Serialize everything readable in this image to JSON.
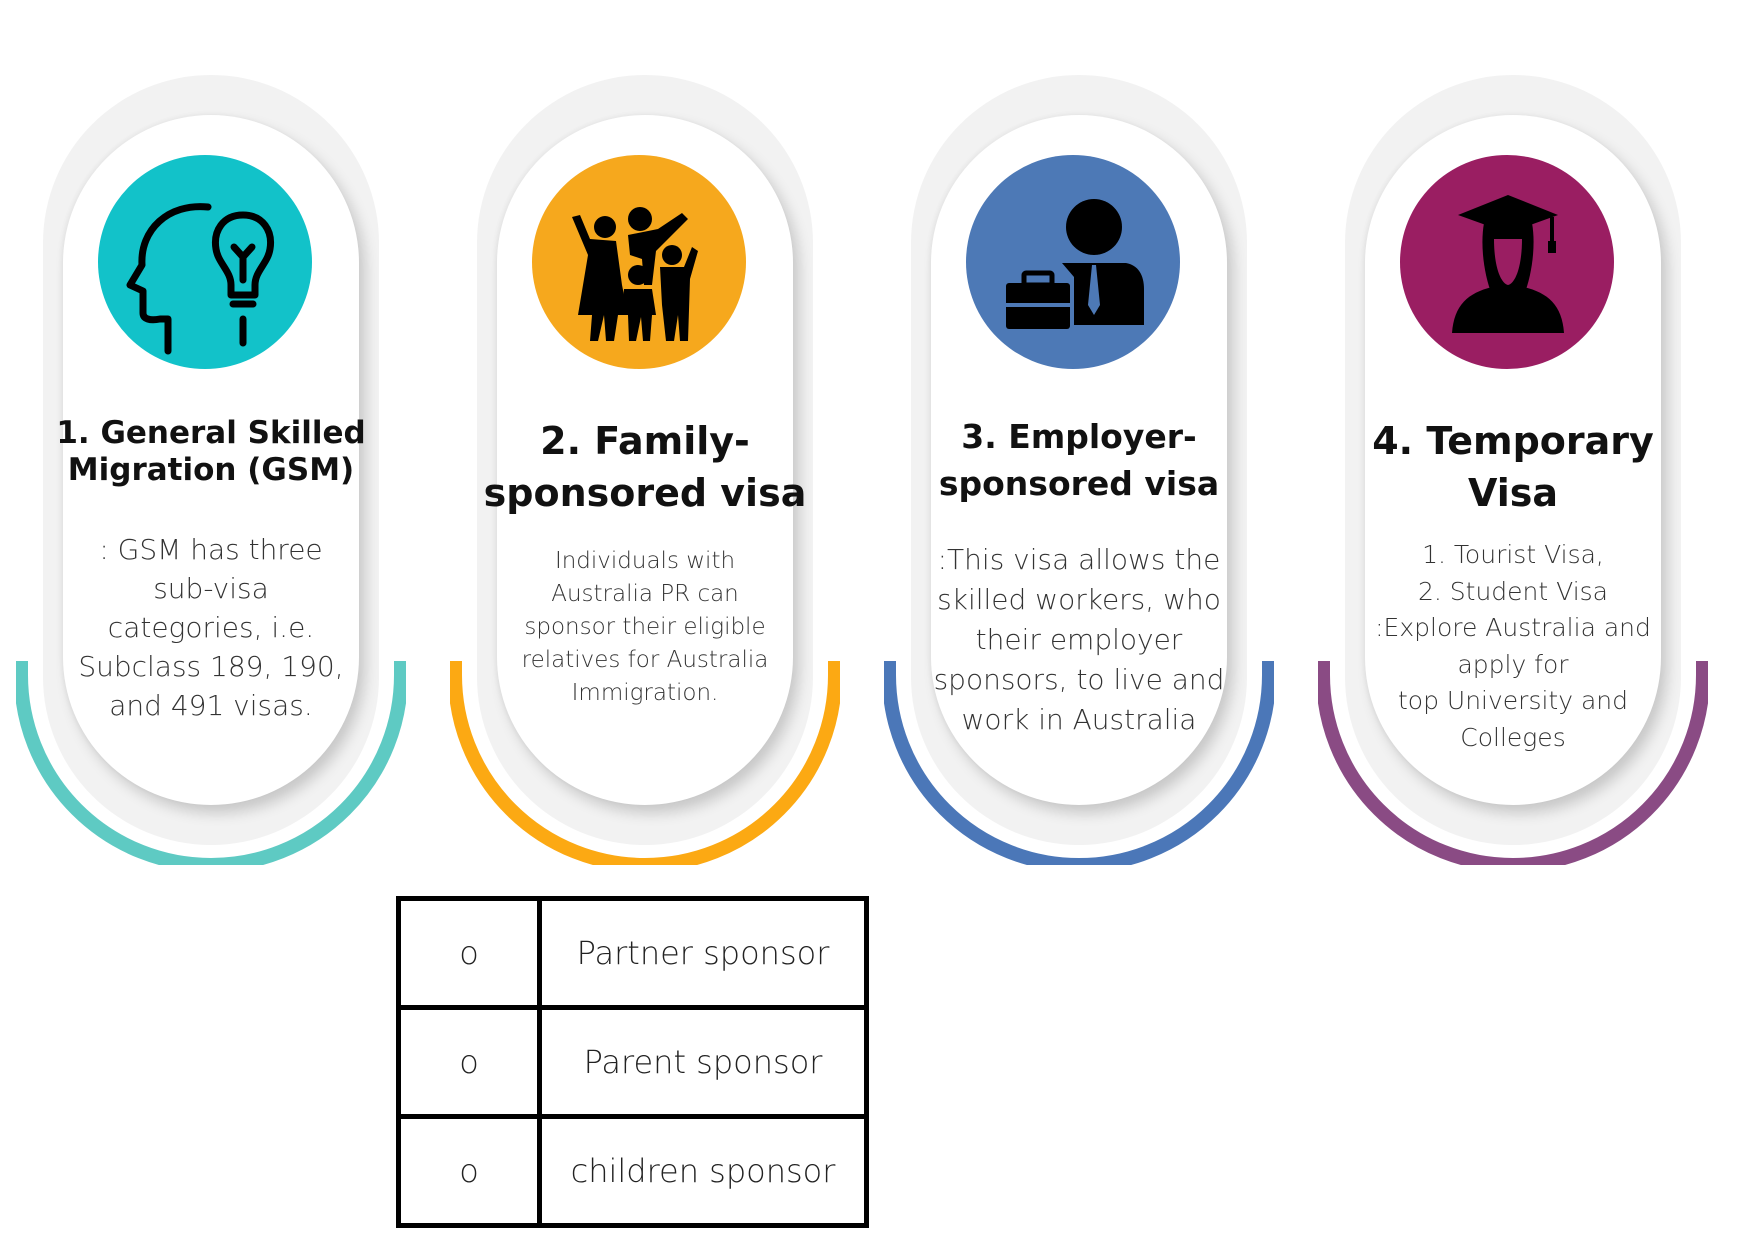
{
  "colors": {
    "teal": "#5ecac3",
    "orange": "#fca913",
    "blue": "#4b77b8",
    "purple": "#8a4b84",
    "icon_teal": "#12c2c9",
    "icon_orange": "#f6a81d",
    "icon_blue": "#4d79b6",
    "icon_purple": "#9a1e62"
  },
  "cards": [
    {
      "title_lines": [
        "1. General Skilled",
        "Migration (GSM)"
      ],
      "desc_lines": [
        ": GSM has three",
        "sub-visa",
        "categories, i.e.",
        "Subclass 189, 190,",
        "and 491 visas."
      ],
      "icon": "head-lightbulb-icon"
    },
    {
      "title_lines": [
        "2. Family-",
        "sponsored visa"
      ],
      "desc_lines": [
        "Individuals with",
        "Australia PR can",
        "sponsor their eligible",
        "relatives for Australia",
        "Immigration."
      ],
      "icon": "family-icon"
    },
    {
      "title_lines": [
        "3. Employer-",
        "sponsored visa"
      ],
      "desc_lines": [
        ":This visa allows the",
        "skilled workers, who",
        "their employer",
        "sponsors, to live and",
        "work in Australia"
      ],
      "icon": "businessman-briefcase-icon"
    },
    {
      "title_lines": [
        "4. Temporary",
        "Visa"
      ],
      "desc_lines": [
        "1. Tourist Visa,",
        "2. Student Visa",
        ":Explore Australia and",
        "apply for",
        "top University and",
        "Colleges"
      ],
      "icon": "graduate-icon"
    }
  ],
  "sponsor_table": {
    "rows": [
      {
        "bullet": "o",
        "label": "Partner sponsor"
      },
      {
        "bullet": "o",
        "label": "Parent sponsor"
      },
      {
        "bullet": "o",
        "label": "children sponsor"
      }
    ]
  }
}
